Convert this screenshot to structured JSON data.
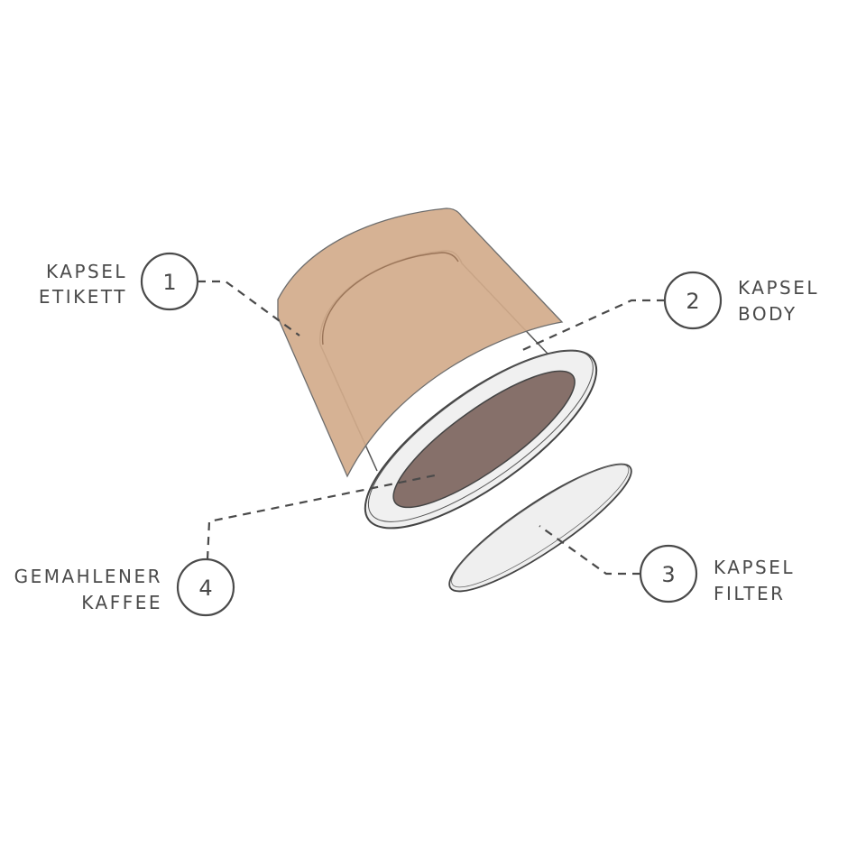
{
  "callouts": [
    {
      "number": "1",
      "line1": "KAPSEL",
      "line2": "ETIKETT"
    },
    {
      "number": "2",
      "line1": "KAPSEL",
      "line2": "BODY"
    },
    {
      "number": "3",
      "line1": "KAPSEL",
      "line2": "FILTER"
    },
    {
      "number": "4",
      "line1": "GEMAHLENER",
      "line2": "KAFFEE"
    }
  ],
  "colors": {
    "label": "#d3ab8b",
    "coffee": "#86706a",
    "paper": "#efefef",
    "ink": "#4a4a4a"
  }
}
